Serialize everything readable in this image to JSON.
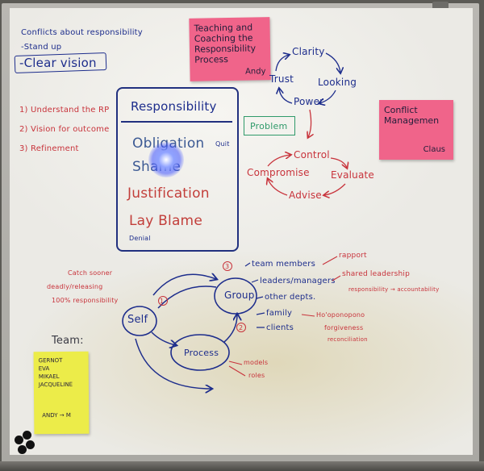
{
  "board": {
    "top_left": {
      "line1": "Conflicts about responsibility",
      "line2": "-Stand up",
      "boxed": "-Clear vision"
    },
    "agenda": [
      "1) Understand the RP",
      "2) Vision for outcome",
      "3) Refinement"
    ],
    "sticky_teaching": {
      "lines": [
        "Teaching and",
        "Coaching the",
        "Responsibility",
        "Process"
      ],
      "signature": "Andy"
    },
    "sticky_conflict": {
      "lines": [
        "Conflict",
        "Managemen"
      ],
      "signature": "Claus"
    },
    "sticky_team": {
      "lines": [
        "GERNOT",
        "EVA",
        "MIKAEL",
        "JACQUELINE"
      ],
      "footer": "ANDY → M"
    },
    "responsibility": {
      "title": "Responsibility",
      "items": [
        "Obligation",
        "Shame",
        "Justification",
        "Lay Blame"
      ],
      "quit_label": "Quit",
      "denial_label": "Denial"
    },
    "top_cycle": [
      "Clarity",
      "Trust",
      "Looking",
      "Power"
    ],
    "problem_label": "Problem",
    "control_cycle": [
      "Control",
      "Evaluate",
      "Advise",
      "Compromise"
    ],
    "team_label": "Team:",
    "self_group_diagram": {
      "nodes": {
        "self": "Self",
        "group": "Group",
        "process": "Process"
      },
      "numbers": [
        "1",
        "2",
        "3"
      ],
      "self_notes": [
        "Catch sooner",
        "deadly/releasing",
        "100% responsibility"
      ],
      "group_items": [
        "team members",
        "leaders/managers",
        "other depts.",
        "family",
        "clients"
      ],
      "right_notes": [
        "rapport",
        "shared leadership",
        "responsibility → accountability",
        "Ho'oponopono",
        "forgiveness",
        "reconciliation"
      ],
      "process_notes": [
        "models",
        "roles"
      ]
    }
  }
}
